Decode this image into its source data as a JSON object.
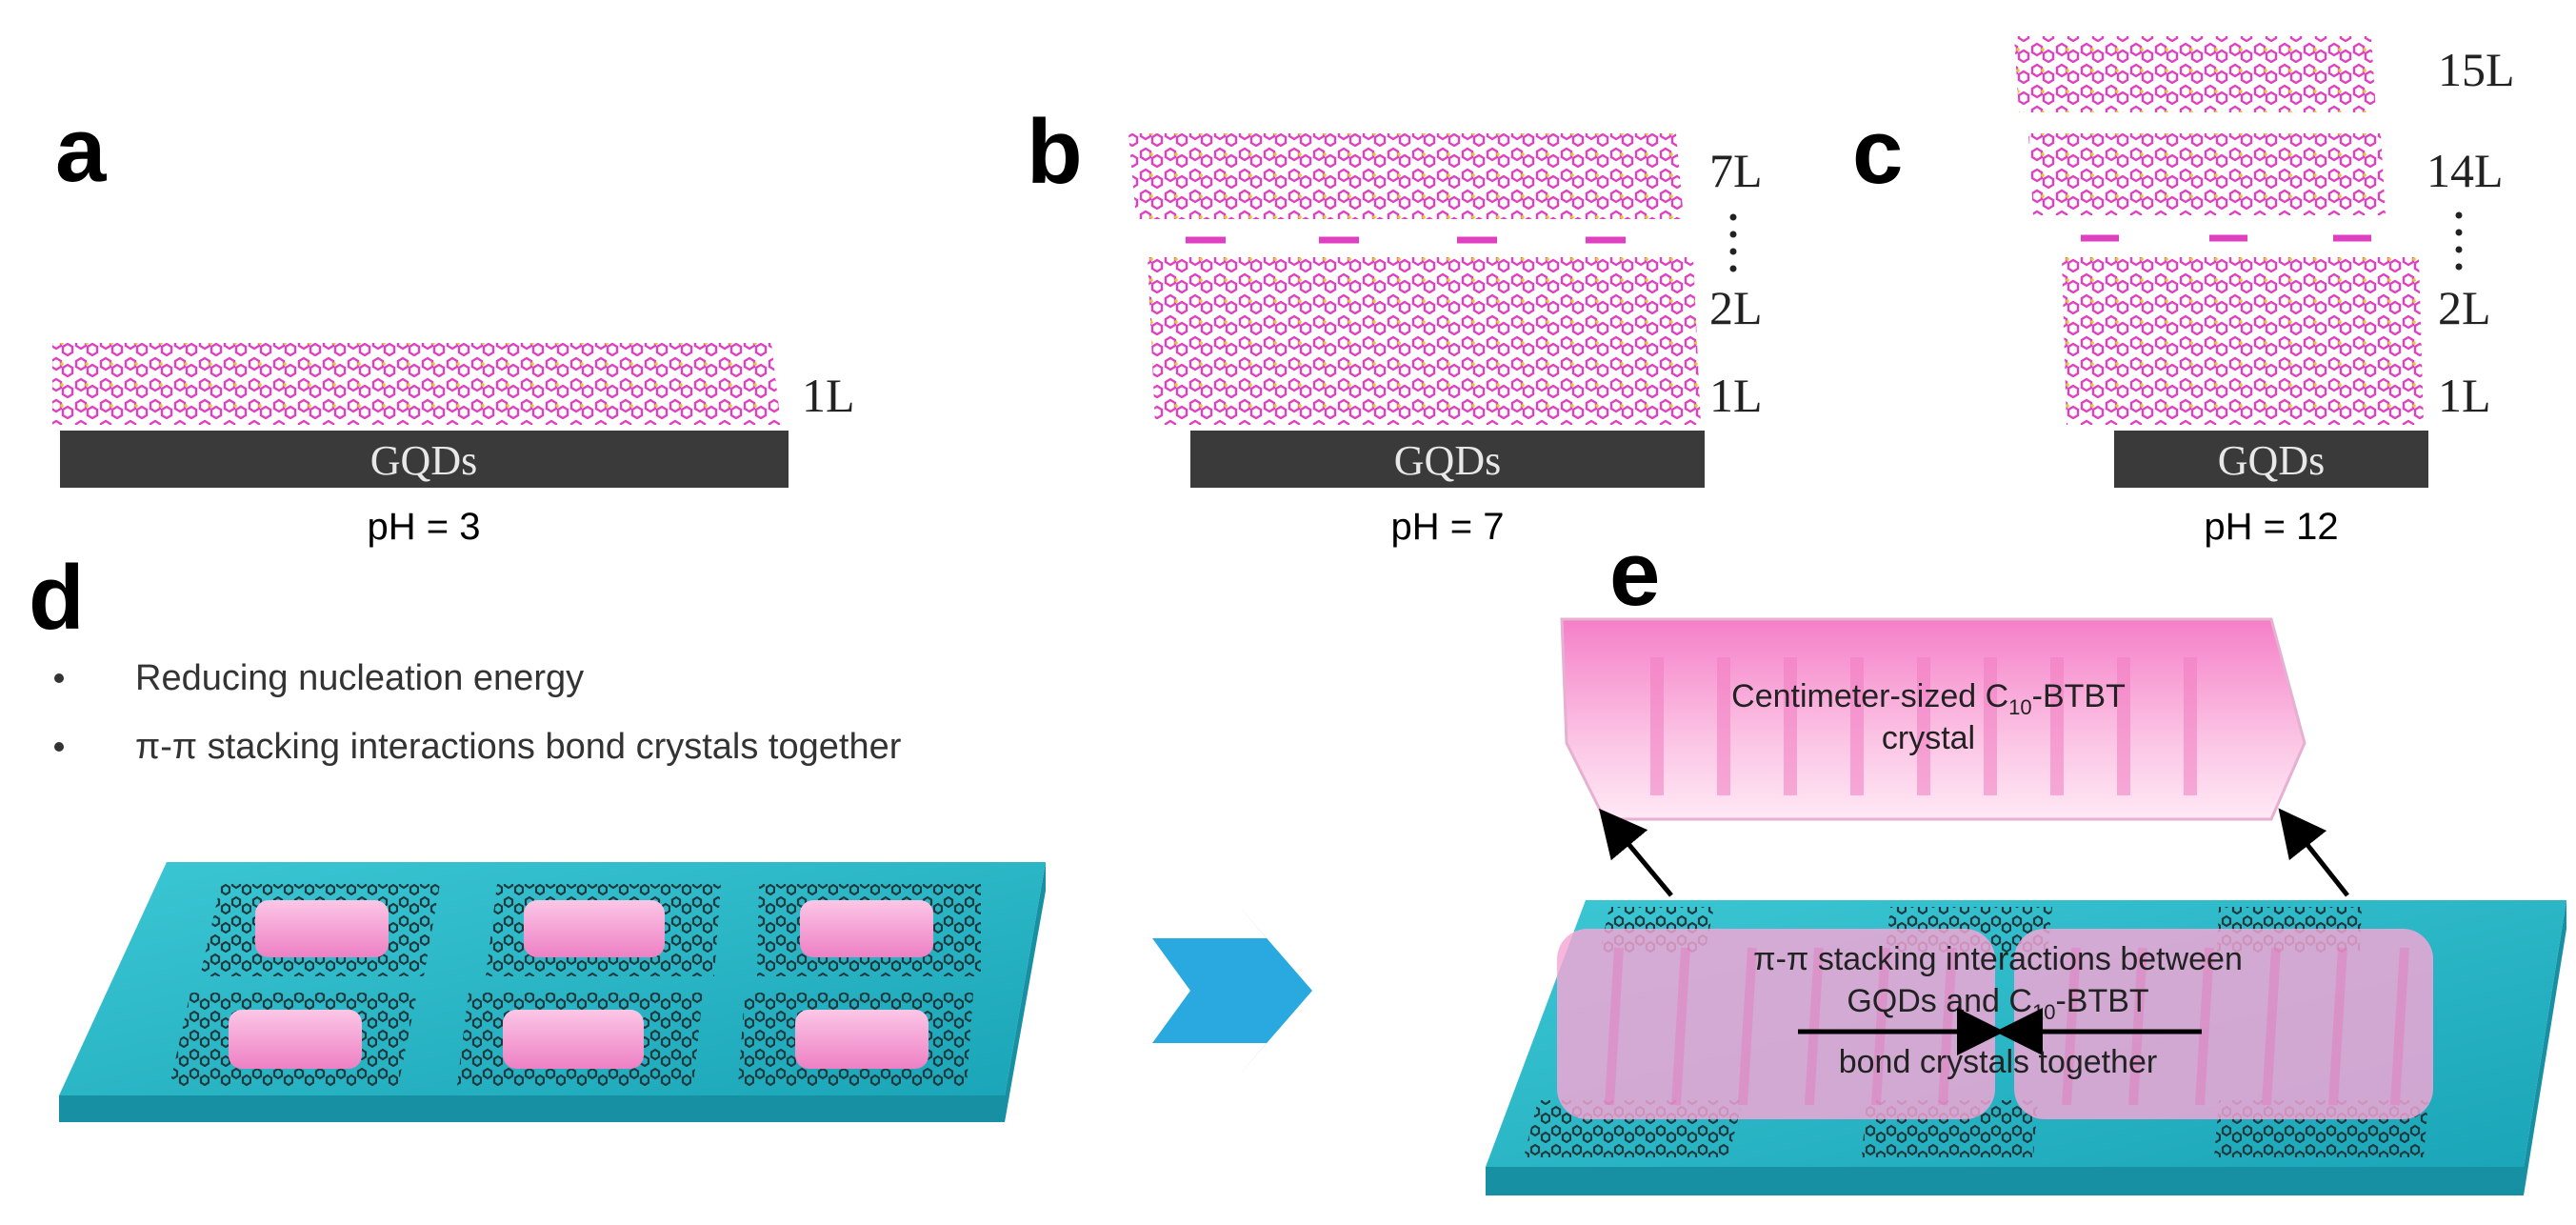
{
  "panels": {
    "a": {
      "letter": "a",
      "layers": [
        "1L"
      ],
      "substrate": "GQDs",
      "condition": "pH = 3"
    },
    "b": {
      "letter": "b",
      "layers": [
        "7L",
        "2L",
        "1L"
      ],
      "substrate": "GQDs",
      "condition": "pH = 7"
    },
    "c": {
      "letter": "c",
      "layers": [
        "15L",
        "14L",
        "2L",
        "1L"
      ],
      "substrate": "GQDs",
      "condition": "pH = 12"
    },
    "d": {
      "letter": "d",
      "bullets": [
        "Reducing nucleation energy",
        "π-π stacking interactions bond crystals together"
      ]
    },
    "e": {
      "letter": "e",
      "crystal_label_prefix": "Centimeter-sized C",
      "crystal_label_sub": "10",
      "crystal_label_suffix": "-BTBT",
      "crystal_label_line2": "crystal",
      "interaction_line1": "π-π stacking interactions between",
      "interaction_line2_prefix": "GQDs and C",
      "interaction_line2_sub": "10",
      "interaction_line2_suffix": "-BTBT",
      "interaction_line3": "bond crystals together"
    }
  },
  "colors": {
    "molecule": "#e040c0",
    "substrate": "#3a3a3a",
    "teal": "#2fb9c8",
    "pink": "#f6a6d6",
    "arrow": "#29a9e0",
    "gqd": "#1d3a3f"
  }
}
